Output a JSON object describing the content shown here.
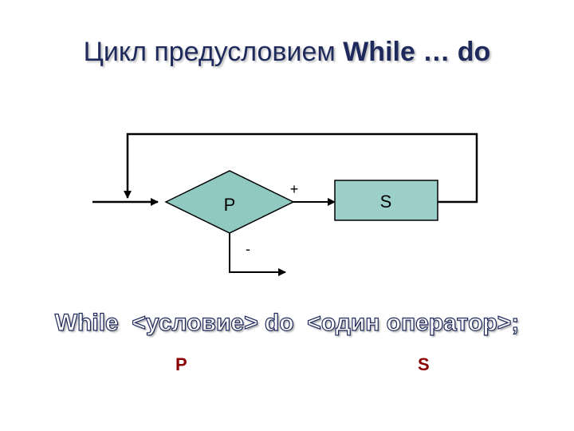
{
  "title": {
    "prefix": "Цикл предусловием ",
    "keyword": "While … do"
  },
  "diagram": {
    "condition_label": "P",
    "body_label": "S",
    "plus_label": "+",
    "minus_label": "-"
  },
  "syntax": {
    "statement": "While  <условие> do  <один оператор>;",
    "p_label": "P",
    "s_label": "S"
  },
  "colors": {
    "diamond_fill": "#8fc9c2",
    "box_fill": "#9ccfc9",
    "line": "#000000",
    "title": "#1f2a5c",
    "sub_labels": "#8b0000"
  }
}
